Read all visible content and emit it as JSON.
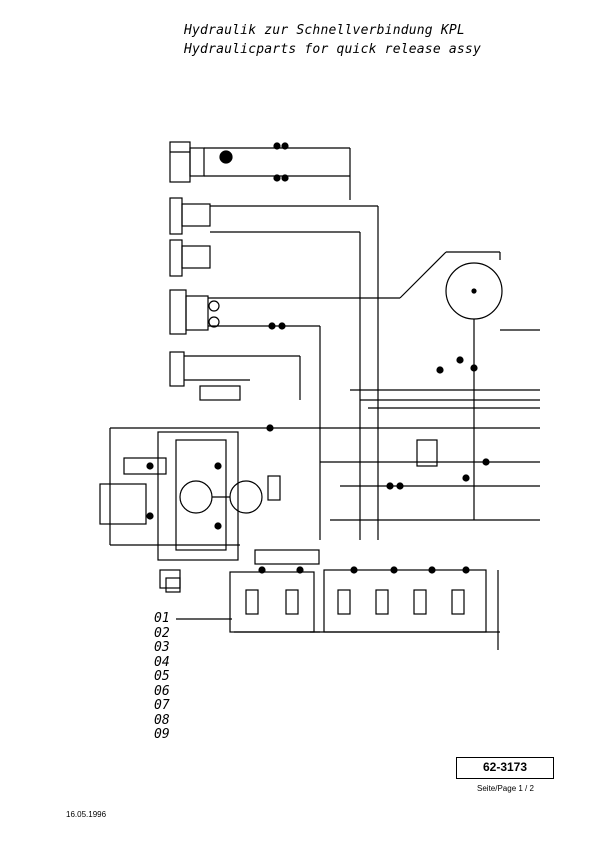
{
  "header": {
    "title_de": "Hydraulik zur Schnellverbindung KPL",
    "title_en": "Hydraulicparts for quick release assy"
  },
  "positions": [
    "01",
    "02",
    "03",
    "04",
    "05",
    "06",
    "07",
    "08",
    "09"
  ],
  "footer": {
    "drawing_number": "62-3173",
    "page": "Seite/Page 1 / 2",
    "date": "16.05.1996"
  }
}
